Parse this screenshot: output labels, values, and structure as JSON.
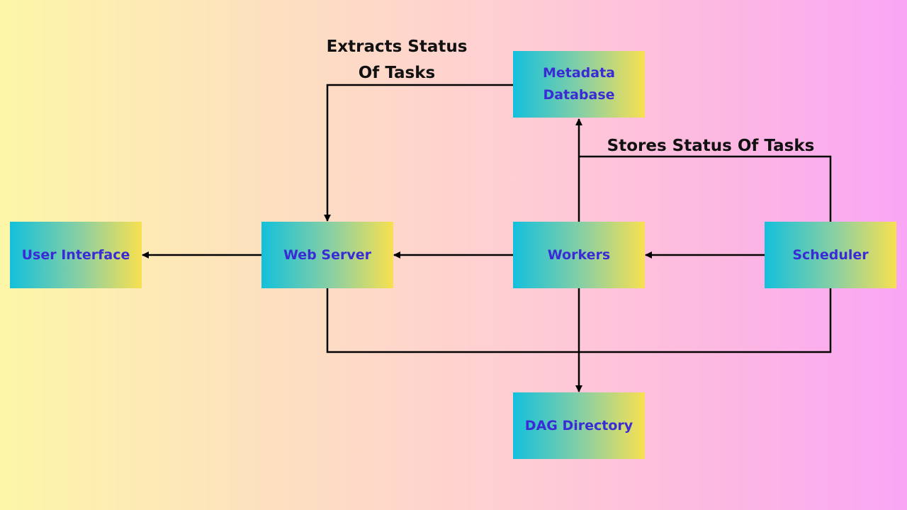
{
  "nodes": {
    "user_interface": "User Interface",
    "web_server": "Web Server",
    "workers": "Workers",
    "scheduler": "Scheduler",
    "metadata_database": "Metadata\nDatabase",
    "dag_directory": "DAG Directory"
  },
  "edge_labels": {
    "extracts": "Extracts Status\nOf Tasks",
    "stores": "Stores Status Of Tasks"
  },
  "colors": {
    "node_text": "#3b2bd4",
    "node_gradient": [
      "#14c0dc",
      "#8ed0a0",
      "#f8e050"
    ],
    "line": "#000000",
    "background_gradient": [
      "#fdf6a8",
      "#fecfd2",
      "#f9a6f5"
    ]
  }
}
